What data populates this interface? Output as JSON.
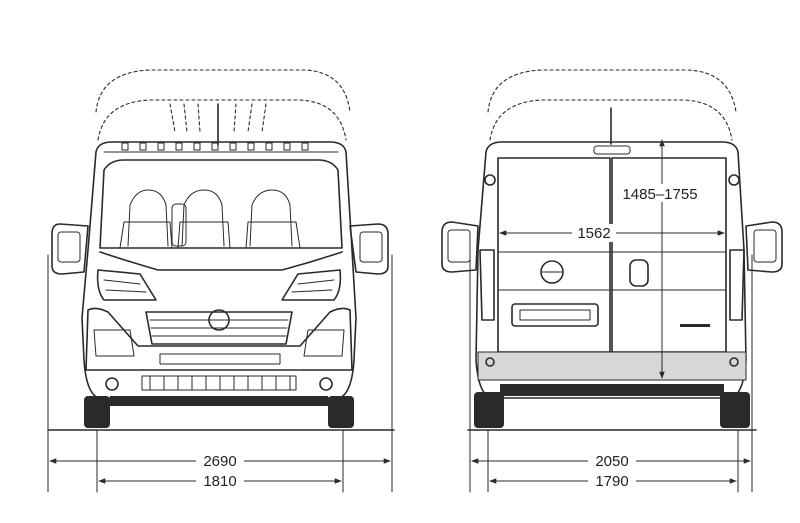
{
  "front_view": {
    "overall_width": "2690",
    "track_width": "1810"
  },
  "rear_view": {
    "cargo_height": "1485–1755",
    "cargo_width": "1562",
    "overall_width": "2050",
    "track_width": "1790"
  },
  "colors": {
    "line": "#2a2a2a",
    "background": "#ffffff"
  }
}
